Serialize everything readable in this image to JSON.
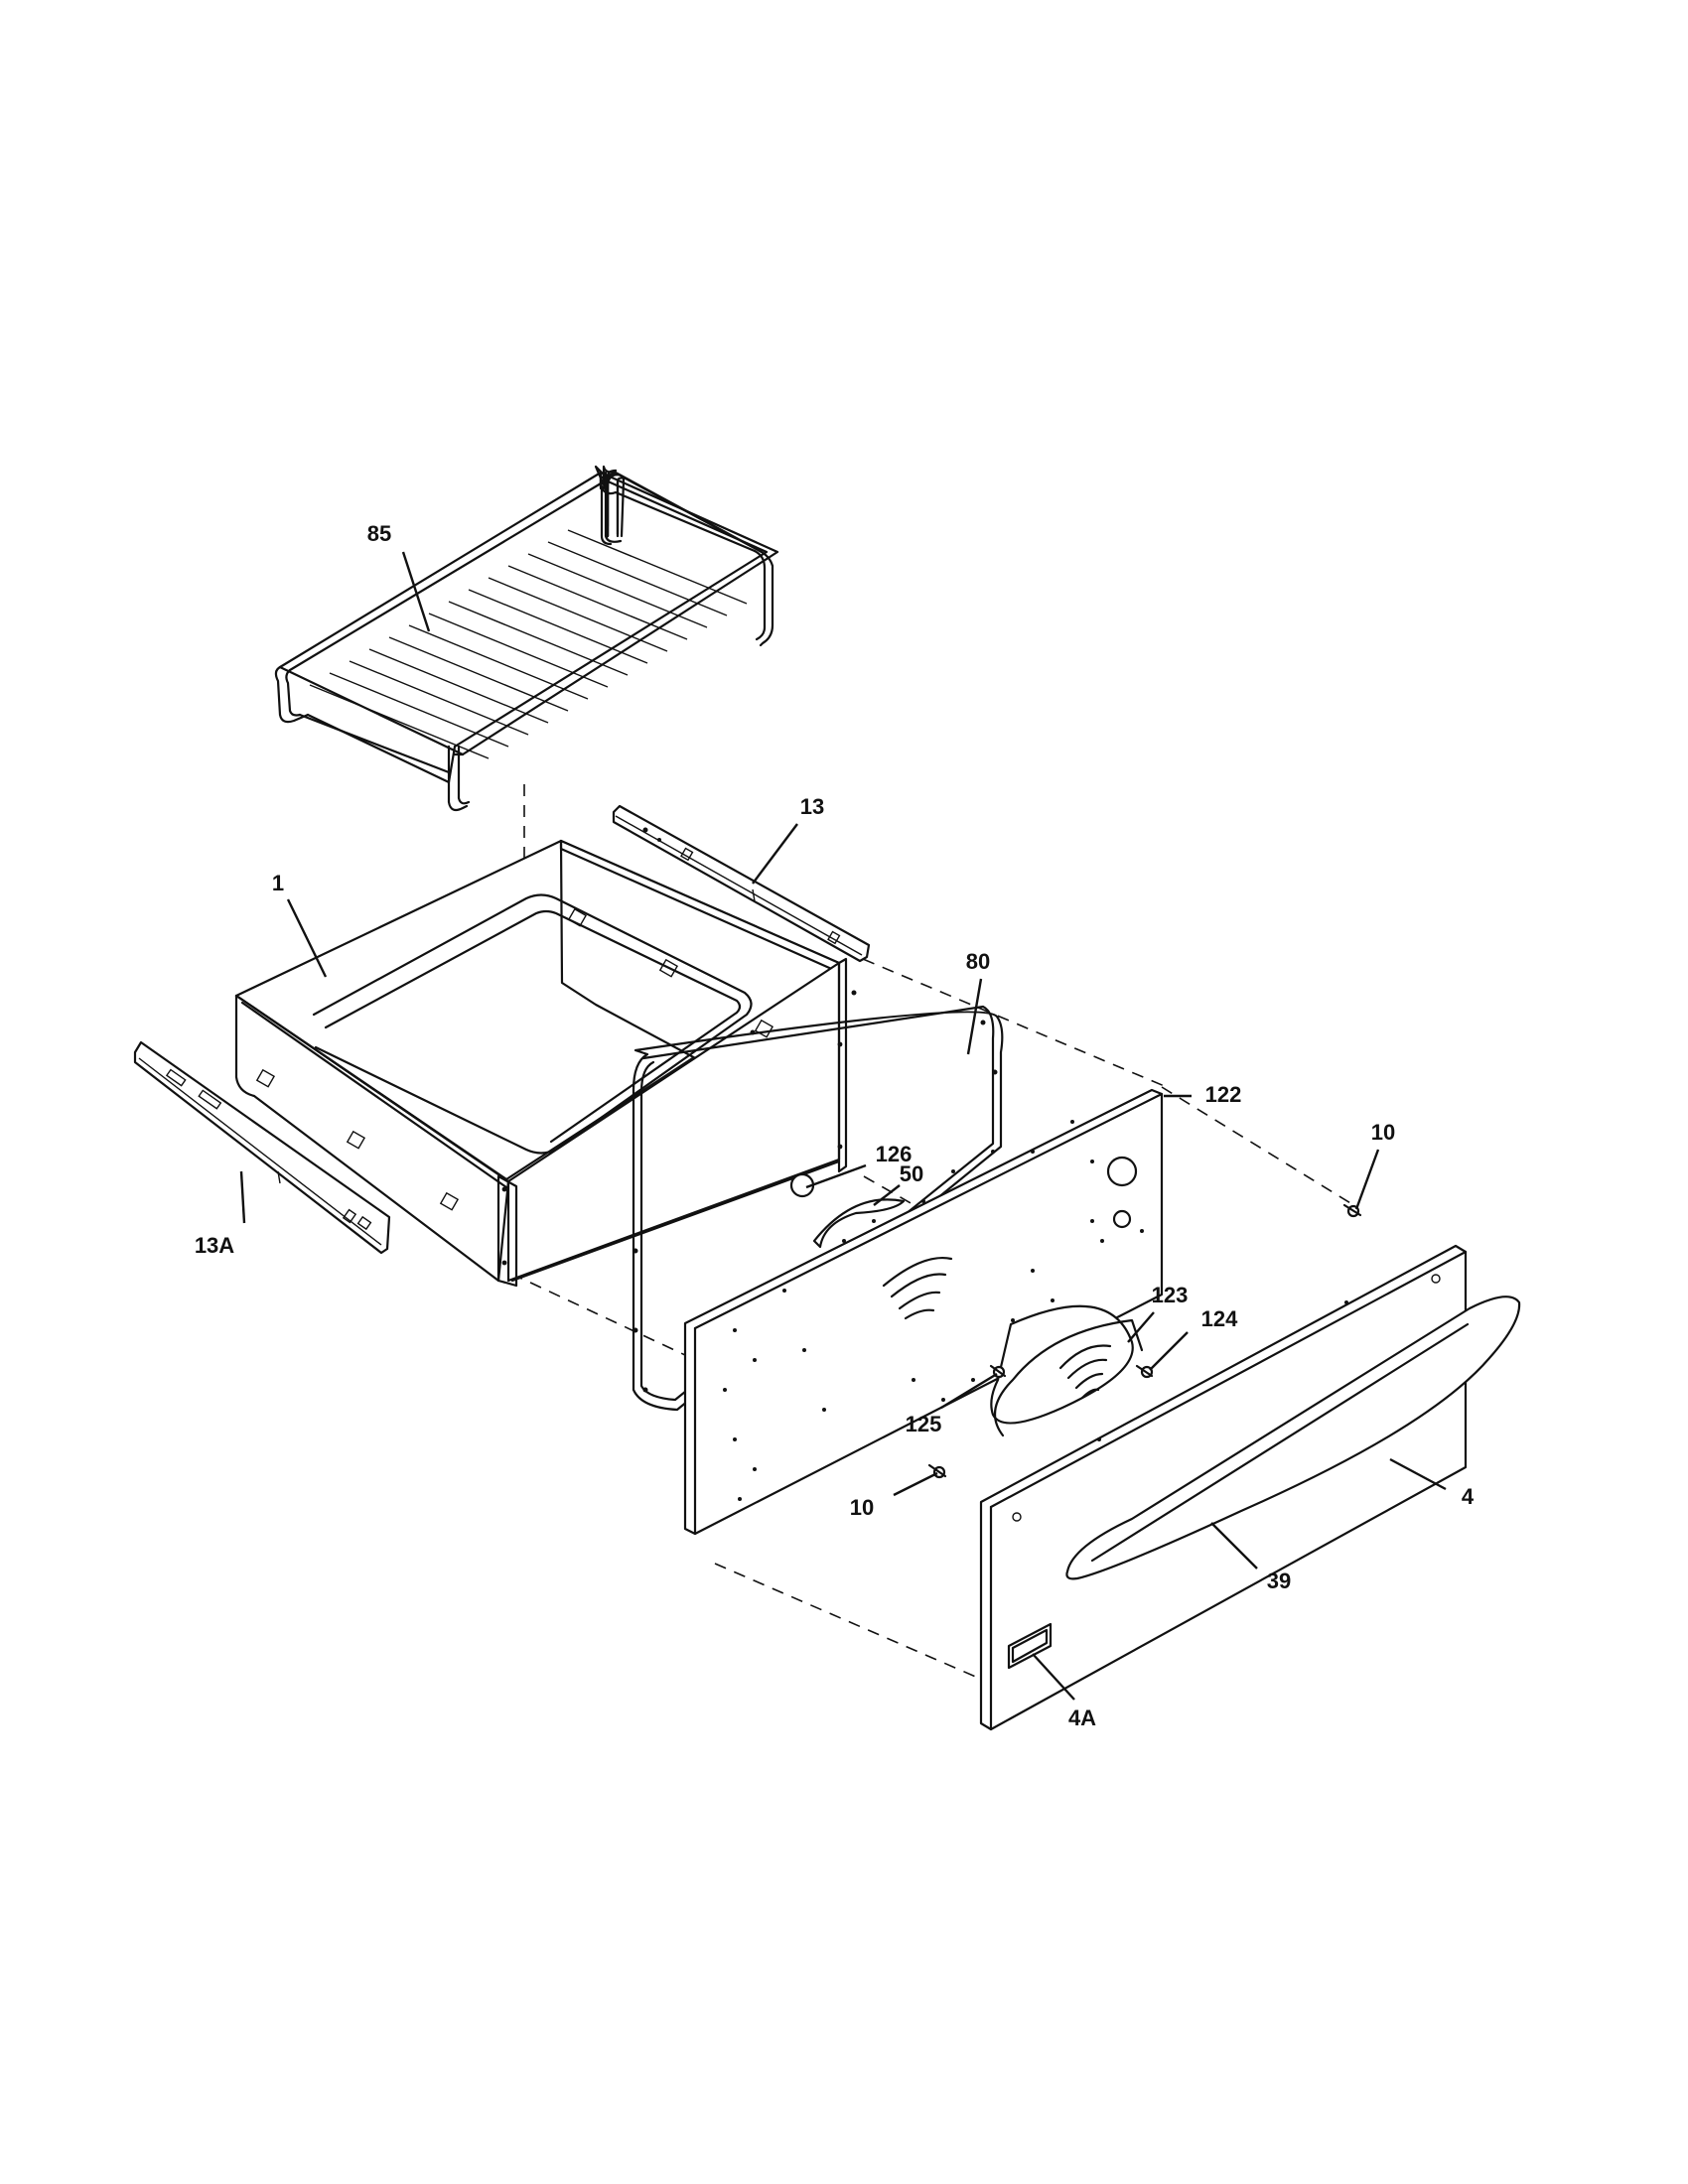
{
  "callouts": {
    "c85": "85",
    "c13": "13",
    "c1": "1",
    "c80": "80",
    "c122": "122",
    "c126": "126",
    "c50": "50",
    "c10_right": "10",
    "c13A": "13A",
    "c123": "123",
    "c124": "124",
    "c125": "125",
    "c10_left": "10",
    "c4": "4",
    "c39": "39",
    "c4A": "4A"
  },
  "colors": {
    "line": "#111111",
    "background": "#ffffff"
  }
}
